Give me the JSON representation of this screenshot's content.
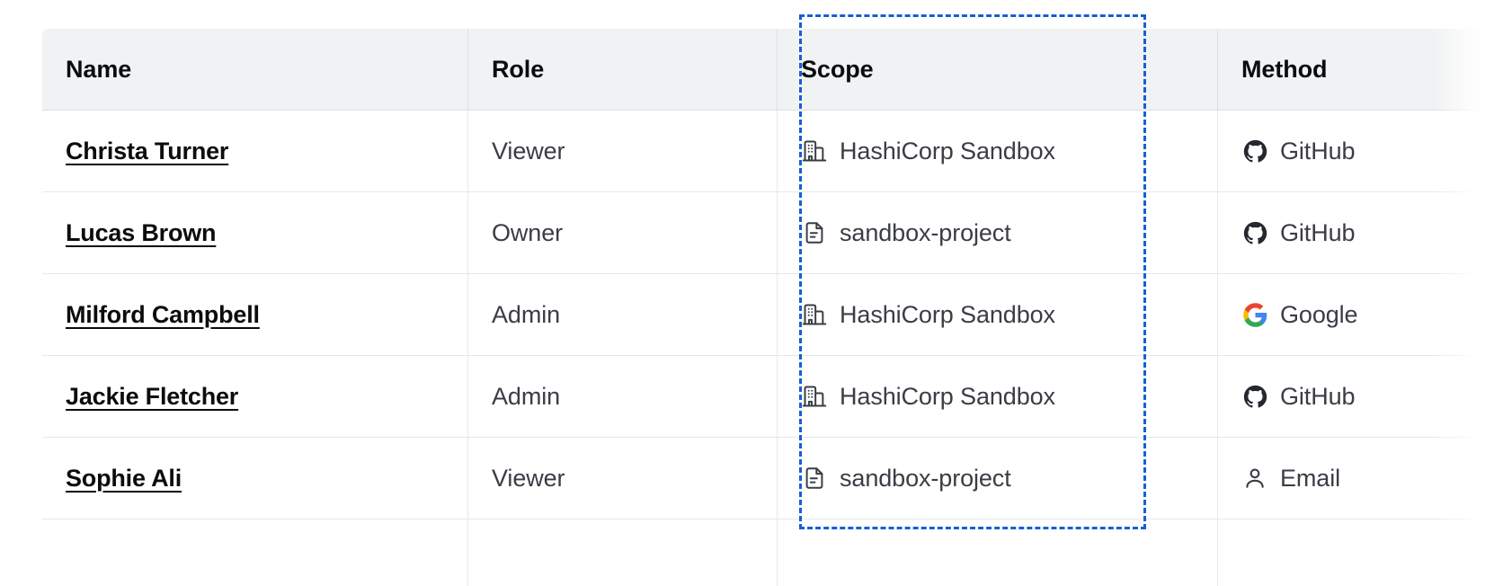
{
  "table": {
    "columns": [
      {
        "key": "name",
        "label": "Name"
      },
      {
        "key": "role",
        "label": "Role"
      },
      {
        "key": "scope",
        "label": "Scope"
      },
      {
        "key": "method",
        "label": "Method"
      }
    ],
    "rows": [
      {
        "name": "Christa Turner",
        "role": "Viewer",
        "scope": {
          "label": "HashiCorp Sandbox",
          "icon": "organization-icon"
        },
        "method": {
          "label": "GitHub",
          "icon": "github-icon"
        }
      },
      {
        "name": "Lucas Brown",
        "role": "Owner",
        "scope": {
          "label": "sandbox-project",
          "icon": "document-icon"
        },
        "method": {
          "label": "GitHub",
          "icon": "github-icon"
        }
      },
      {
        "name": "Milford Campbell",
        "role": "Admin",
        "scope": {
          "label": "HashiCorp Sandbox",
          "icon": "organization-icon"
        },
        "method": {
          "label": "Google",
          "icon": "google-icon"
        }
      },
      {
        "name": "Jackie Fletcher",
        "role": "Admin",
        "scope": {
          "label": "HashiCorp Sandbox",
          "icon": "organization-icon"
        },
        "method": {
          "label": "GitHub",
          "icon": "github-icon"
        }
      },
      {
        "name": "Sophie Ali",
        "role": "Viewer",
        "scope": {
          "label": "sandbox-project",
          "icon": "document-icon"
        },
        "method": {
          "label": "Email",
          "icon": "user-icon"
        }
      },
      {
        "name": "",
        "role": "",
        "scope": {
          "label": "",
          "icon": ""
        },
        "method": {
          "label": "",
          "icon": ""
        }
      }
    ]
  },
  "highlight": {
    "target_column": "Scope",
    "style": "dashed",
    "color": "#1560d4"
  },
  "colors": {
    "header_background": "#f1f2f3",
    "border": "#dcdfe3",
    "row_border": "#e6e8eb",
    "text_primary": "#0b0c0e",
    "text_secondary": "#3b3d45",
    "highlight": "#1560d4",
    "github": "#24292f",
    "google_blue": "#4285f4",
    "google_red": "#ea4335",
    "google_yellow": "#fbbc05",
    "google_green": "#34a853"
  }
}
